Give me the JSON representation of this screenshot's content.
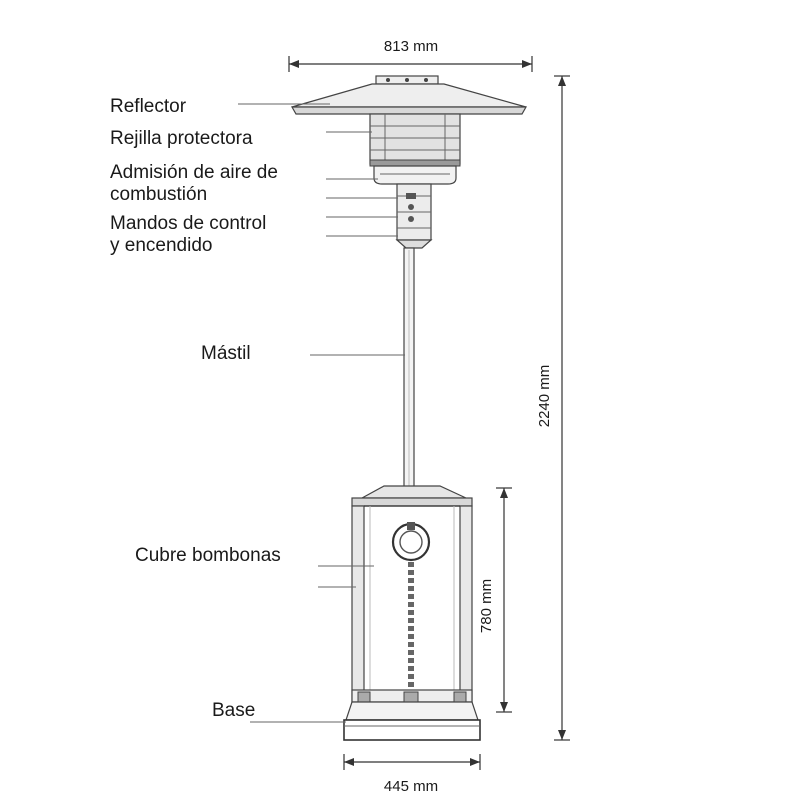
{
  "labels": {
    "reflector": "Reflector",
    "grille": "Rejilla protectora",
    "air_line1": "Admisión de aire de",
    "air_line2": "combustión",
    "controls_line1": "Mandos de control",
    "controls_line2": "y encendido",
    "mast": "Mástil",
    "cover": "Cubre bombonas",
    "base": "Base"
  },
  "dimensions": {
    "reflector_width": "813 mm",
    "total_height": "2240 mm",
    "cover_height": "780 mm",
    "base_width": "445 mm"
  }
}
